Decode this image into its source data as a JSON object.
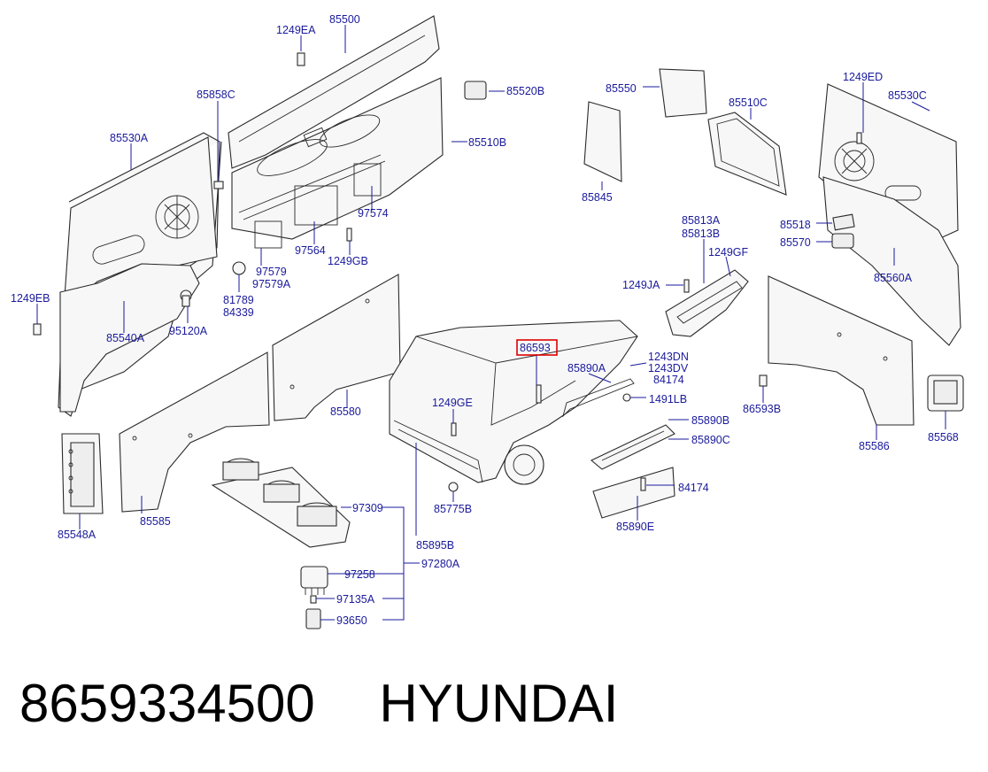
{
  "labels": {
    "l1249EA": "1249EA",
    "l85500": "85500",
    "l85858C": "85858C",
    "l85520B": "85520B",
    "l85530A": "85530A",
    "l85510B": "85510B",
    "l97574": "97574",
    "l97564": "97564",
    "l1249GB": "1249GB",
    "l97579": "97579",
    "l97579A": "97579A",
    "l81789": "81789",
    "l84339": "84339",
    "l95120A": "95120A",
    "l1249EB": "1249EB",
    "l85540A": "85540A",
    "l85580": "85580",
    "l85548A": "85548A",
    "l85585": "85585",
    "l97309": "97309",
    "l97280A": "97280A",
    "l97258": "97258",
    "l97135A": "97135A",
    "l93650": "93650",
    "l85895B": "85895B",
    "l85775B": "85775B",
    "l1249GE": "1249GE",
    "l86593": "86593",
    "l85890A": "85890A",
    "l1243DN": "1243DN",
    "l1243DV": "1243DV",
    "l84174a": "84174",
    "l1491LB": "1491LB",
    "l85890B": "85890B",
    "l85890C": "85890C",
    "l84174b": "84174",
    "l85890E": "85890E",
    "l85550": "85550",
    "l85845": "85845",
    "l85510C": "85510C",
    "l85813A": "85813A",
    "l85813B": "85813B",
    "l1249GF": "1249GF",
    "l1249JA": "1249JA",
    "l1249ED": "1249ED",
    "l85530C": "85530C",
    "l85518": "85518",
    "l85570": "85570",
    "l85560A": "85560A",
    "l86593B": "86593B",
    "l85586": "85586",
    "l85568": "85568"
  },
  "highlight_part": "86593",
  "footer": {
    "part_number": "8659334500",
    "brand": "HYUNDAI"
  },
  "colors": {
    "label": "#1a1a9c",
    "highlight": "#e00000"
  }
}
